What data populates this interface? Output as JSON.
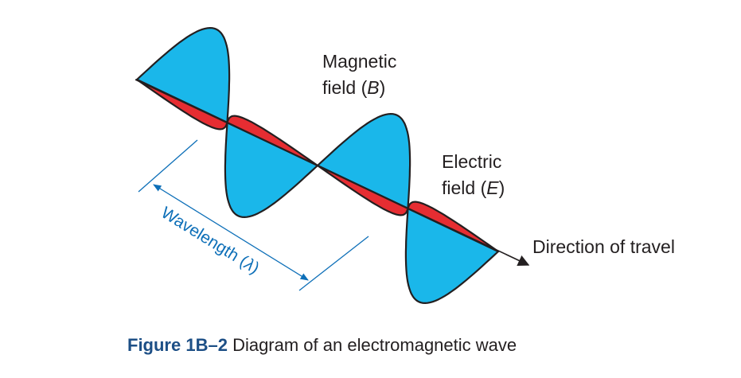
{
  "labels": {
    "magnetic_line1": "Magnetic",
    "magnetic_line2_pre": "field (",
    "magnetic_symbol": "B",
    "magnetic_line2_post": ")",
    "electric_line1": "Electric",
    "electric_line2_pre": "field (",
    "electric_symbol": "E",
    "electric_line2_post": ")",
    "direction": "Direction of travel",
    "wavelength_pre": "Wavelength (",
    "wavelength_symbol": "λ",
    "wavelength_post": ")"
  },
  "caption": {
    "figure_number": "Figure 1B–2",
    "text": "Diagram of an electromagnetic wave"
  },
  "colors": {
    "magnetic_field": "#1ab7ea",
    "electric_field": "#e62d32",
    "wavelength_marker": "#0d6fb8",
    "outline": "#231f20",
    "caption_figure": "#1d4f86"
  }
}
